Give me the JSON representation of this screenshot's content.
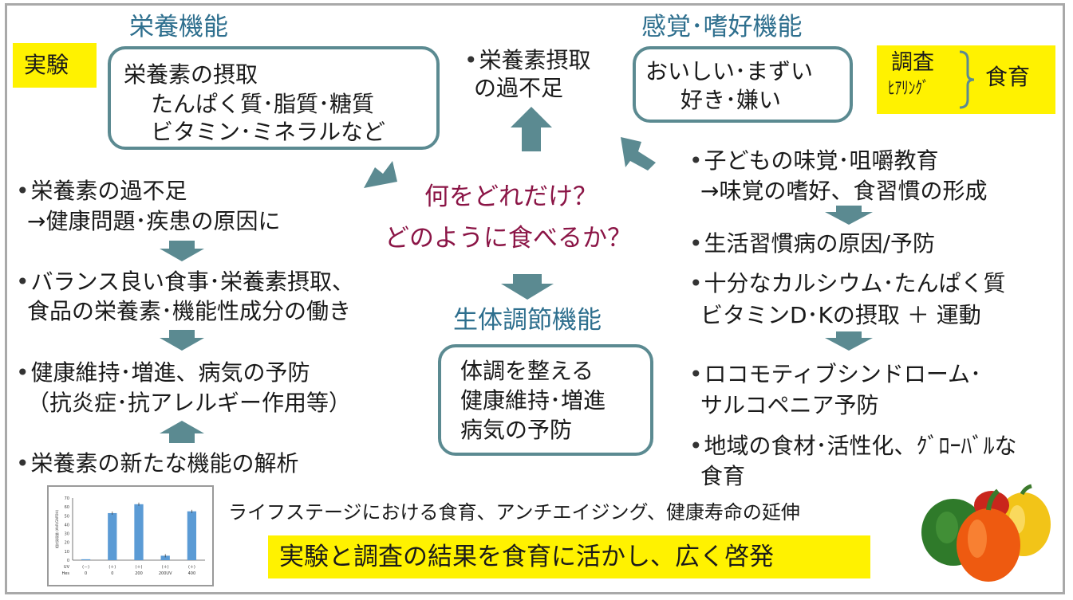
{
  "headings": {
    "nutrition": "栄養機能",
    "sensory": "感覚･嗜好機能",
    "regulation": "生体調節機能"
  },
  "labels": {
    "experiment": "実験",
    "survey": "調査",
    "hearing": "ﾋｱﾘﾝｸﾞ",
    "shokuiku": "食育"
  },
  "nutrition_box": [
    "栄養素の摂取",
    "たんぱく質･脂質･糖質",
    "ビタミン･ミネラルなど"
  ],
  "top_center": [
    "栄養素摂取",
    "の過不足"
  ],
  "sensory_box": [
    "おいしい･まずい",
    "好き･嫌い"
  ],
  "center_question": [
    "何をどれだけ？",
    "どのように食べるか？"
  ],
  "regulation_box": [
    "体調を整える",
    "健康維持･増進",
    "病気の予防"
  ],
  "left_column": [
    [
      "栄養素の過不足",
      "→健康問題･疾患の原因に"
    ],
    [
      "バランス良い食事･栄養素摂取、",
      "食品の栄養素･機能性成分の働き"
    ],
    [
      "健康維持･増進、病気の予防",
      "（抗炎症･抗アレルギー作用等）"
    ],
    [
      "栄養素の新たな機能の解析"
    ]
  ],
  "right_column": [
    [
      "子どもの味覚･咀嚼教育",
      "→味覚の嗜好、食習慣の形成"
    ],
    [
      "生活習慣病の原因/予防"
    ],
    [
      "十分なカルシウム･たんぱく質",
      "ビタミンD･Kの摂取 ＋ 運動"
    ],
    [
      "ロコモティブシンドローム･",
      "サルコペニア予防"
    ],
    [
      "地域の食材･活性化、ｸﾞﾛｰﾊﾞﾙな",
      "食育"
    ]
  ],
  "bottom": {
    "lifestage": "ライフステージにおける食育、アンチエイジング、健康寿命の延伸",
    "conclusion": "実験と調査の結果を食育に活かし、広く啓発"
  },
  "colors": {
    "heading": "#2e6f8e",
    "box_border": "#5b8a91",
    "arrow": "#5b8a91",
    "question": "#8b1546",
    "highlight": "#fff200",
    "bar": "#5b9bd5"
  },
  "chart_data": {
    "type": "bar",
    "categories": [
      "0",
      "0",
      "200",
      "200UV",
      "400"
    ],
    "uv_row": [
      "(－)",
      "(＋)",
      "(＋)",
      "(＋)",
      "(＋)"
    ],
    "values": [
      1,
      53,
      63,
      5,
      55
    ],
    "ylim": [
      0,
      70
    ],
    "yticks": [
      0,
      10,
      20,
      30,
      40,
      50,
      60,
      70
    ],
    "ylabel": "相対発現量 (AhR/GAPDH)",
    "row_labels": [
      "UV",
      "Hes"
    ]
  }
}
